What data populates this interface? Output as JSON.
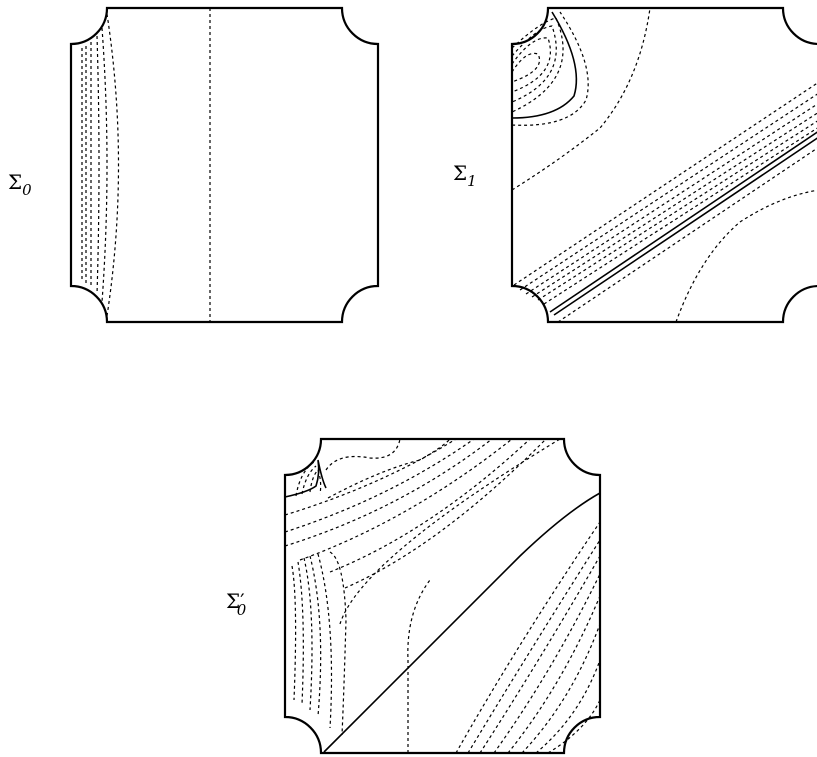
{
  "panels": [
    {
      "id": "sigma-0",
      "symbol": "Σ",
      "subscript": "0",
      "prime": ""
    },
    {
      "id": "sigma-1",
      "symbol": "Σ",
      "subscript": "1",
      "prime": ""
    },
    {
      "id": "sigma-0-prime",
      "symbol": "Σ",
      "subscript": "0",
      "prime": "′"
    }
  ],
  "colors": {
    "line": "#000000",
    "background": "#ffffff"
  }
}
